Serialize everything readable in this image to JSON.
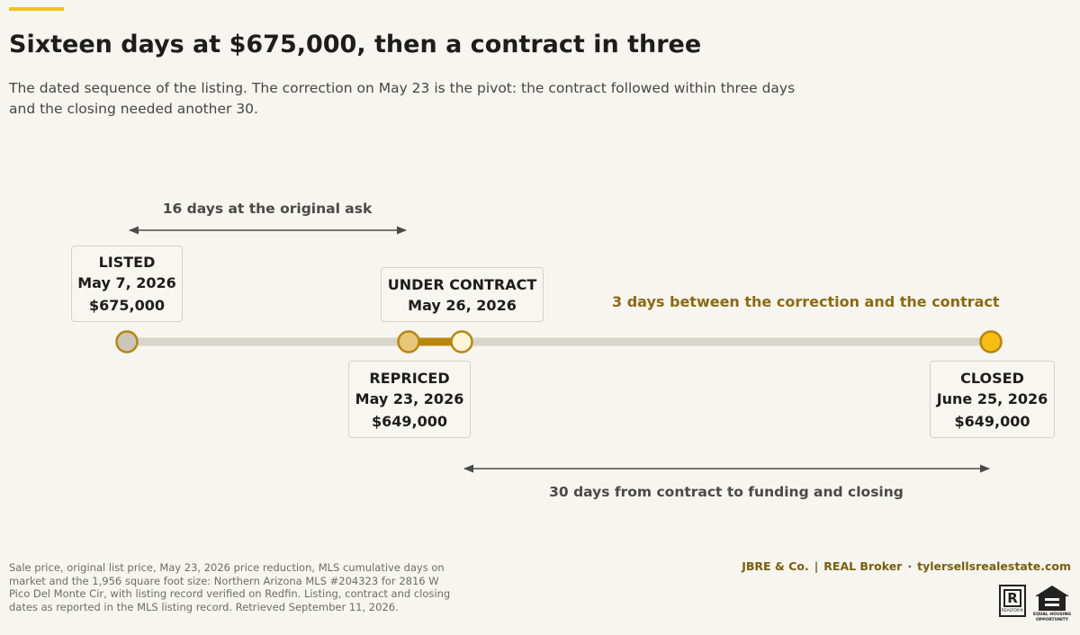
{
  "header": {
    "title": "Sixteen days at $675,000, then a contract in three",
    "subtitle": "The dated sequence of the listing. The correction on May 23 is the pivot: the contract followed within three days and the closing needed another 30."
  },
  "colors": {
    "accent": "#f2c31b",
    "track": "#d8d5cb",
    "highlight_segment": "#b8860b",
    "marker_outline": "#b8860b",
    "gold_text": "#8c6a12"
  },
  "events": [
    {
      "key": "listed",
      "label": "LISTED",
      "date": "May 7, 2026",
      "price": "$675,000",
      "marker_fill": "#cbc6bb"
    },
    {
      "key": "repriced",
      "label": "REPRICED",
      "date": "May 23, 2026",
      "price": "$649,000",
      "marker_fill": "#e8c77a"
    },
    {
      "key": "under_contract",
      "label": "UNDER CONTRACT",
      "date": "May 26, 2026",
      "marker_fill": "#fdf5d8"
    },
    {
      "key": "closed",
      "label": "CLOSED",
      "date": "June 25, 2026",
      "price": "$649,000",
      "marker_fill": "#f6bd16"
    }
  ],
  "annotations": {
    "original_ask": "16 days at the original ask",
    "correction_to_contract": "3 days between the correction and the contract",
    "contract_to_closing": "30 days from contract to funding and closing"
  },
  "footer": {
    "source": "Sale price, original list price, May 23, 2026 price reduction, MLS cumulative days on market and the 1,956 square foot size: Northern Arizona MLS #204323 for 2816 W Pico Del Monte Cir, with listing record verified on Redfin. Listing, contract and closing dates as reported in the MLS listing record. Retrieved September 11, 2026.",
    "brokerage": "JBRE & Co.",
    "broker": "REAL Broker",
    "website": "tylersellsrealestate.com",
    "realtor_logo_letter": "R",
    "realtor_logo_text": "REALTOR®",
    "eho_logo_text": "EQUAL HOUSING OPPORTUNITY",
    "logos": [
      "realtor-icon",
      "equal-housing-icon"
    ]
  }
}
